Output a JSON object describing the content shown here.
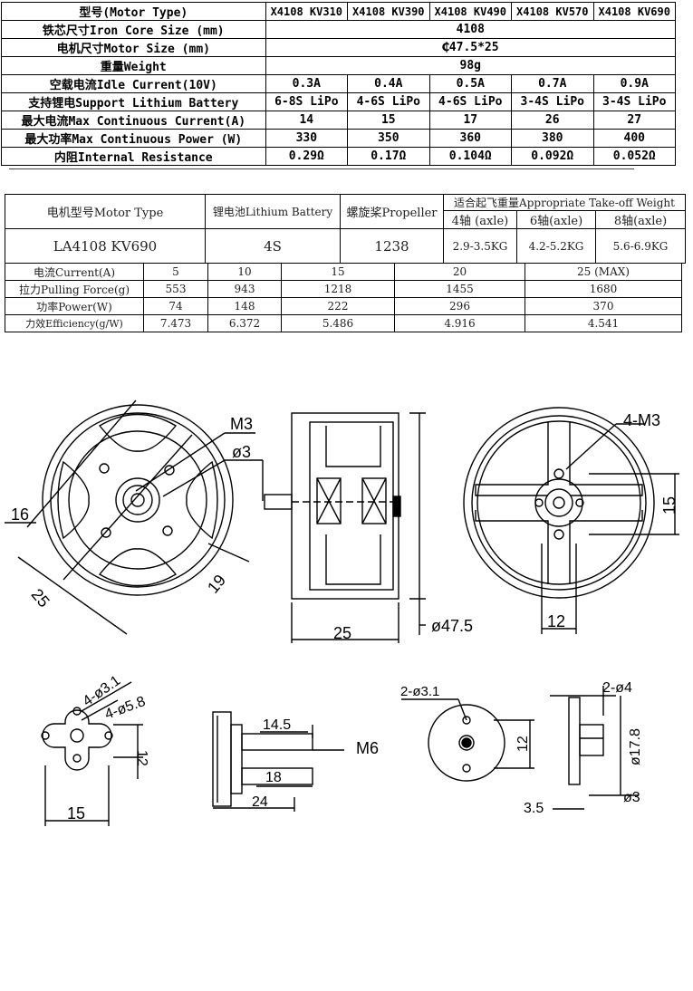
{
  "spec": {
    "header_label": "型号(Motor Type)",
    "models": [
      "X4108 KV310",
      "X4108 KV390",
      "X4108 KV490",
      "X4108 KV570",
      "X4108 KV690"
    ],
    "iron_core_label": "铁芯尺寸Iron Core Size (mm)",
    "iron_core_value": "4108",
    "motor_size_label": "电机尺寸Motor Size (mm)",
    "motor_size_value": "₵47.5*25",
    "weight_label": "重量Weight",
    "weight_value": "98g",
    "idle_label": "空载电流Idle Current(10V)",
    "idle_values": [
      "0.3A",
      "0.4A",
      "0.5A",
      "0.7A",
      "0.9A"
    ],
    "battery_label": "支持锂电Support Lithium Battery",
    "battery_values": [
      "6-8S LiPo",
      "4-6S LiPo",
      "4-6S LiPo",
      "3-4S LiPo",
      "3-4S LiPo"
    ],
    "max_current_label": "最大电流Max Continuous Current(A)",
    "max_current_values": [
      "14",
      "15",
      "17",
      "26",
      "27"
    ],
    "max_power_label": "最大功率Max Continuous Power (W)",
    "max_power_values": [
      "330",
      "350",
      "360",
      "380",
      "400"
    ],
    "resistance_label": "内阻Internal Resistance",
    "resistance_values": [
      "0.29Ω",
      "0.17Ω",
      "0.104Ω",
      "0.092Ω",
      "0.052Ω"
    ]
  },
  "perf": {
    "motor_type_header": "电机型号Motor Type",
    "battery_header": "锂电池Lithium Battery",
    "propeller_header": "螺旋桨Propeller",
    "takeoff_header": "适合起飞重量Appropriate Take-off Weight",
    "axle_headers": [
      "4轴 (axle)",
      "6轴(axle)",
      "8轴(axle)"
    ],
    "motor_type": "LA4108 KV690",
    "battery": "4S",
    "propeller": "1238",
    "takeoff_values": [
      "2.9-3.5KG",
      "4.2-5.2KG",
      "5.6-6.9KG"
    ],
    "rows": [
      {
        "label": "电流Current(A)",
        "values": [
          "5",
          "10",
          "15",
          "20",
          "25 (MAX)"
        ]
      },
      {
        "label": "拉力Pulling Force(g)",
        "values": [
          "553",
          "943",
          "1218",
          "1455",
          "1680"
        ]
      },
      {
        "label": "功率Power(W)",
        "values": [
          "74",
          "148",
          "222",
          "296",
          "370"
        ]
      },
      {
        "label": "力效Efficiency(g/W)",
        "values": [
          "7.473",
          "6.372",
          "5.486",
          "4.916",
          "4.541"
        ]
      }
    ]
  },
  "drawing": {
    "front_m3": "M3",
    "front_phi3": "ø3",
    "front_16": "16",
    "front_25": "25",
    "front_19": "19",
    "side_25": "25",
    "side_phi": "ø47.5",
    "back_4m3": "4-M3",
    "back_15": "15",
    "back_12": "12",
    "mount_4phi31": "4-ø3.1",
    "mount_4phi58": "4-ø5.8",
    "mount_12": "12",
    "mount_15": "15",
    "shaft_145": "14.5",
    "shaft_m6": "M6",
    "shaft_18": "18",
    "shaft_24": "24",
    "adapter_2phi31": "2-ø3.1",
    "adapter_12": "12",
    "adapter_2phi4": "2-ø4",
    "adapter_phi178": "ø17.8",
    "adapter_phi3": "ø3",
    "adapter_35": "3.5"
  }
}
